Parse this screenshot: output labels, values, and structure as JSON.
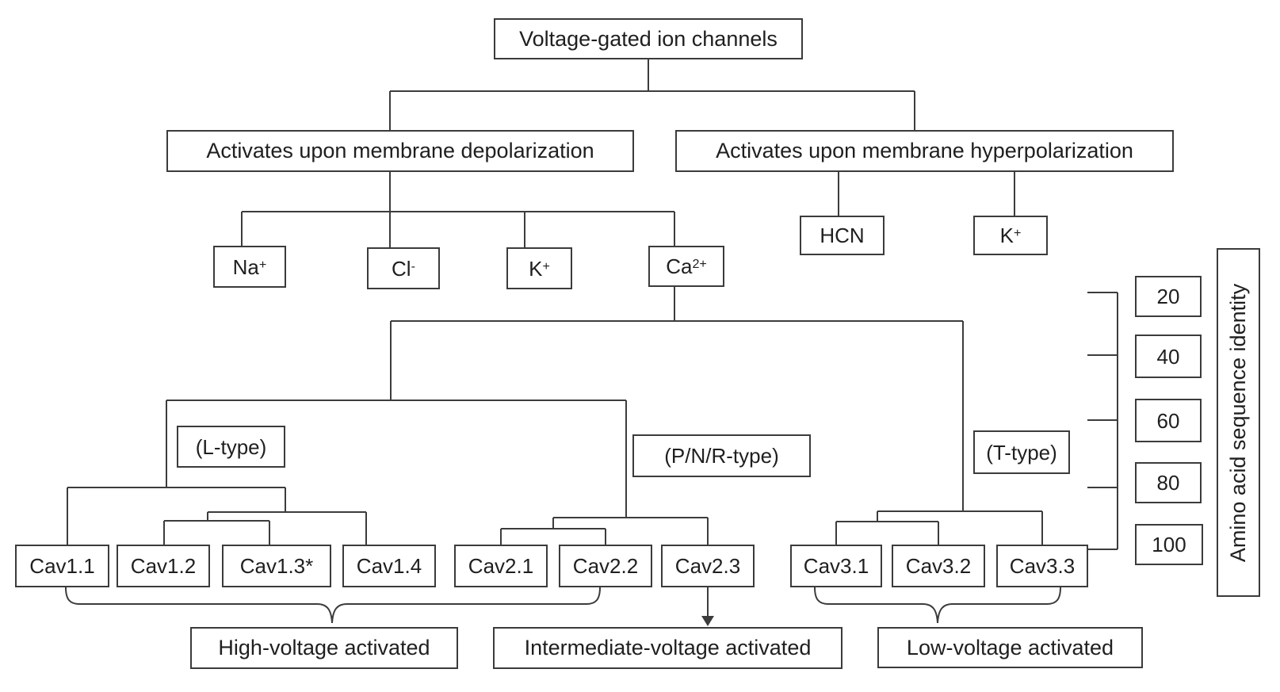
{
  "root": {
    "label": "Voltage-gated ion channels"
  },
  "level2": {
    "depolarization": "Activates upon membrane depolarization",
    "hyperpolarization": "Activates upon membrane hyperpolarization"
  },
  "depolarization_children": {
    "na": {
      "base": "Na",
      "sup": "+"
    },
    "cl": {
      "base": "Cl",
      "sup": "-"
    },
    "k": {
      "base": "K",
      "sup": "+"
    },
    "ca": {
      "base": "Ca",
      "sup": "2+"
    }
  },
  "hyperpolarization_children": {
    "hcn": {
      "base": "HCN"
    },
    "k": {
      "base": "K",
      "sup": "+"
    }
  },
  "calcium_subtypes": {
    "l_type": "(L-type)",
    "pnr_type": "(P/N/R-type)",
    "t_type": "(T-type)"
  },
  "channels": {
    "cav11": "Cav1.1",
    "cav12": "Cav1.2",
    "cav13": "Cav1.3*",
    "cav14": "Cav1.4",
    "cav21": "Cav2.1",
    "cav22": "Cav2.2",
    "cav23": "Cav2.3",
    "cav31": "Cav3.1",
    "cav32": "Cav3.2",
    "cav33": "Cav3.3"
  },
  "voltage_groups": {
    "high": "High-voltage activated",
    "intermediate": "Intermediate-voltage activated",
    "low": "Low-voltage activated"
  },
  "identity_scale": {
    "ticks": [
      "20",
      "40",
      "60",
      "80",
      "100"
    ],
    "axis_label": "Amino acid sequence identity"
  },
  "colors": {
    "background": "#ffffff",
    "line": "#3c3c3c",
    "text": "#1f1f1f"
  }
}
